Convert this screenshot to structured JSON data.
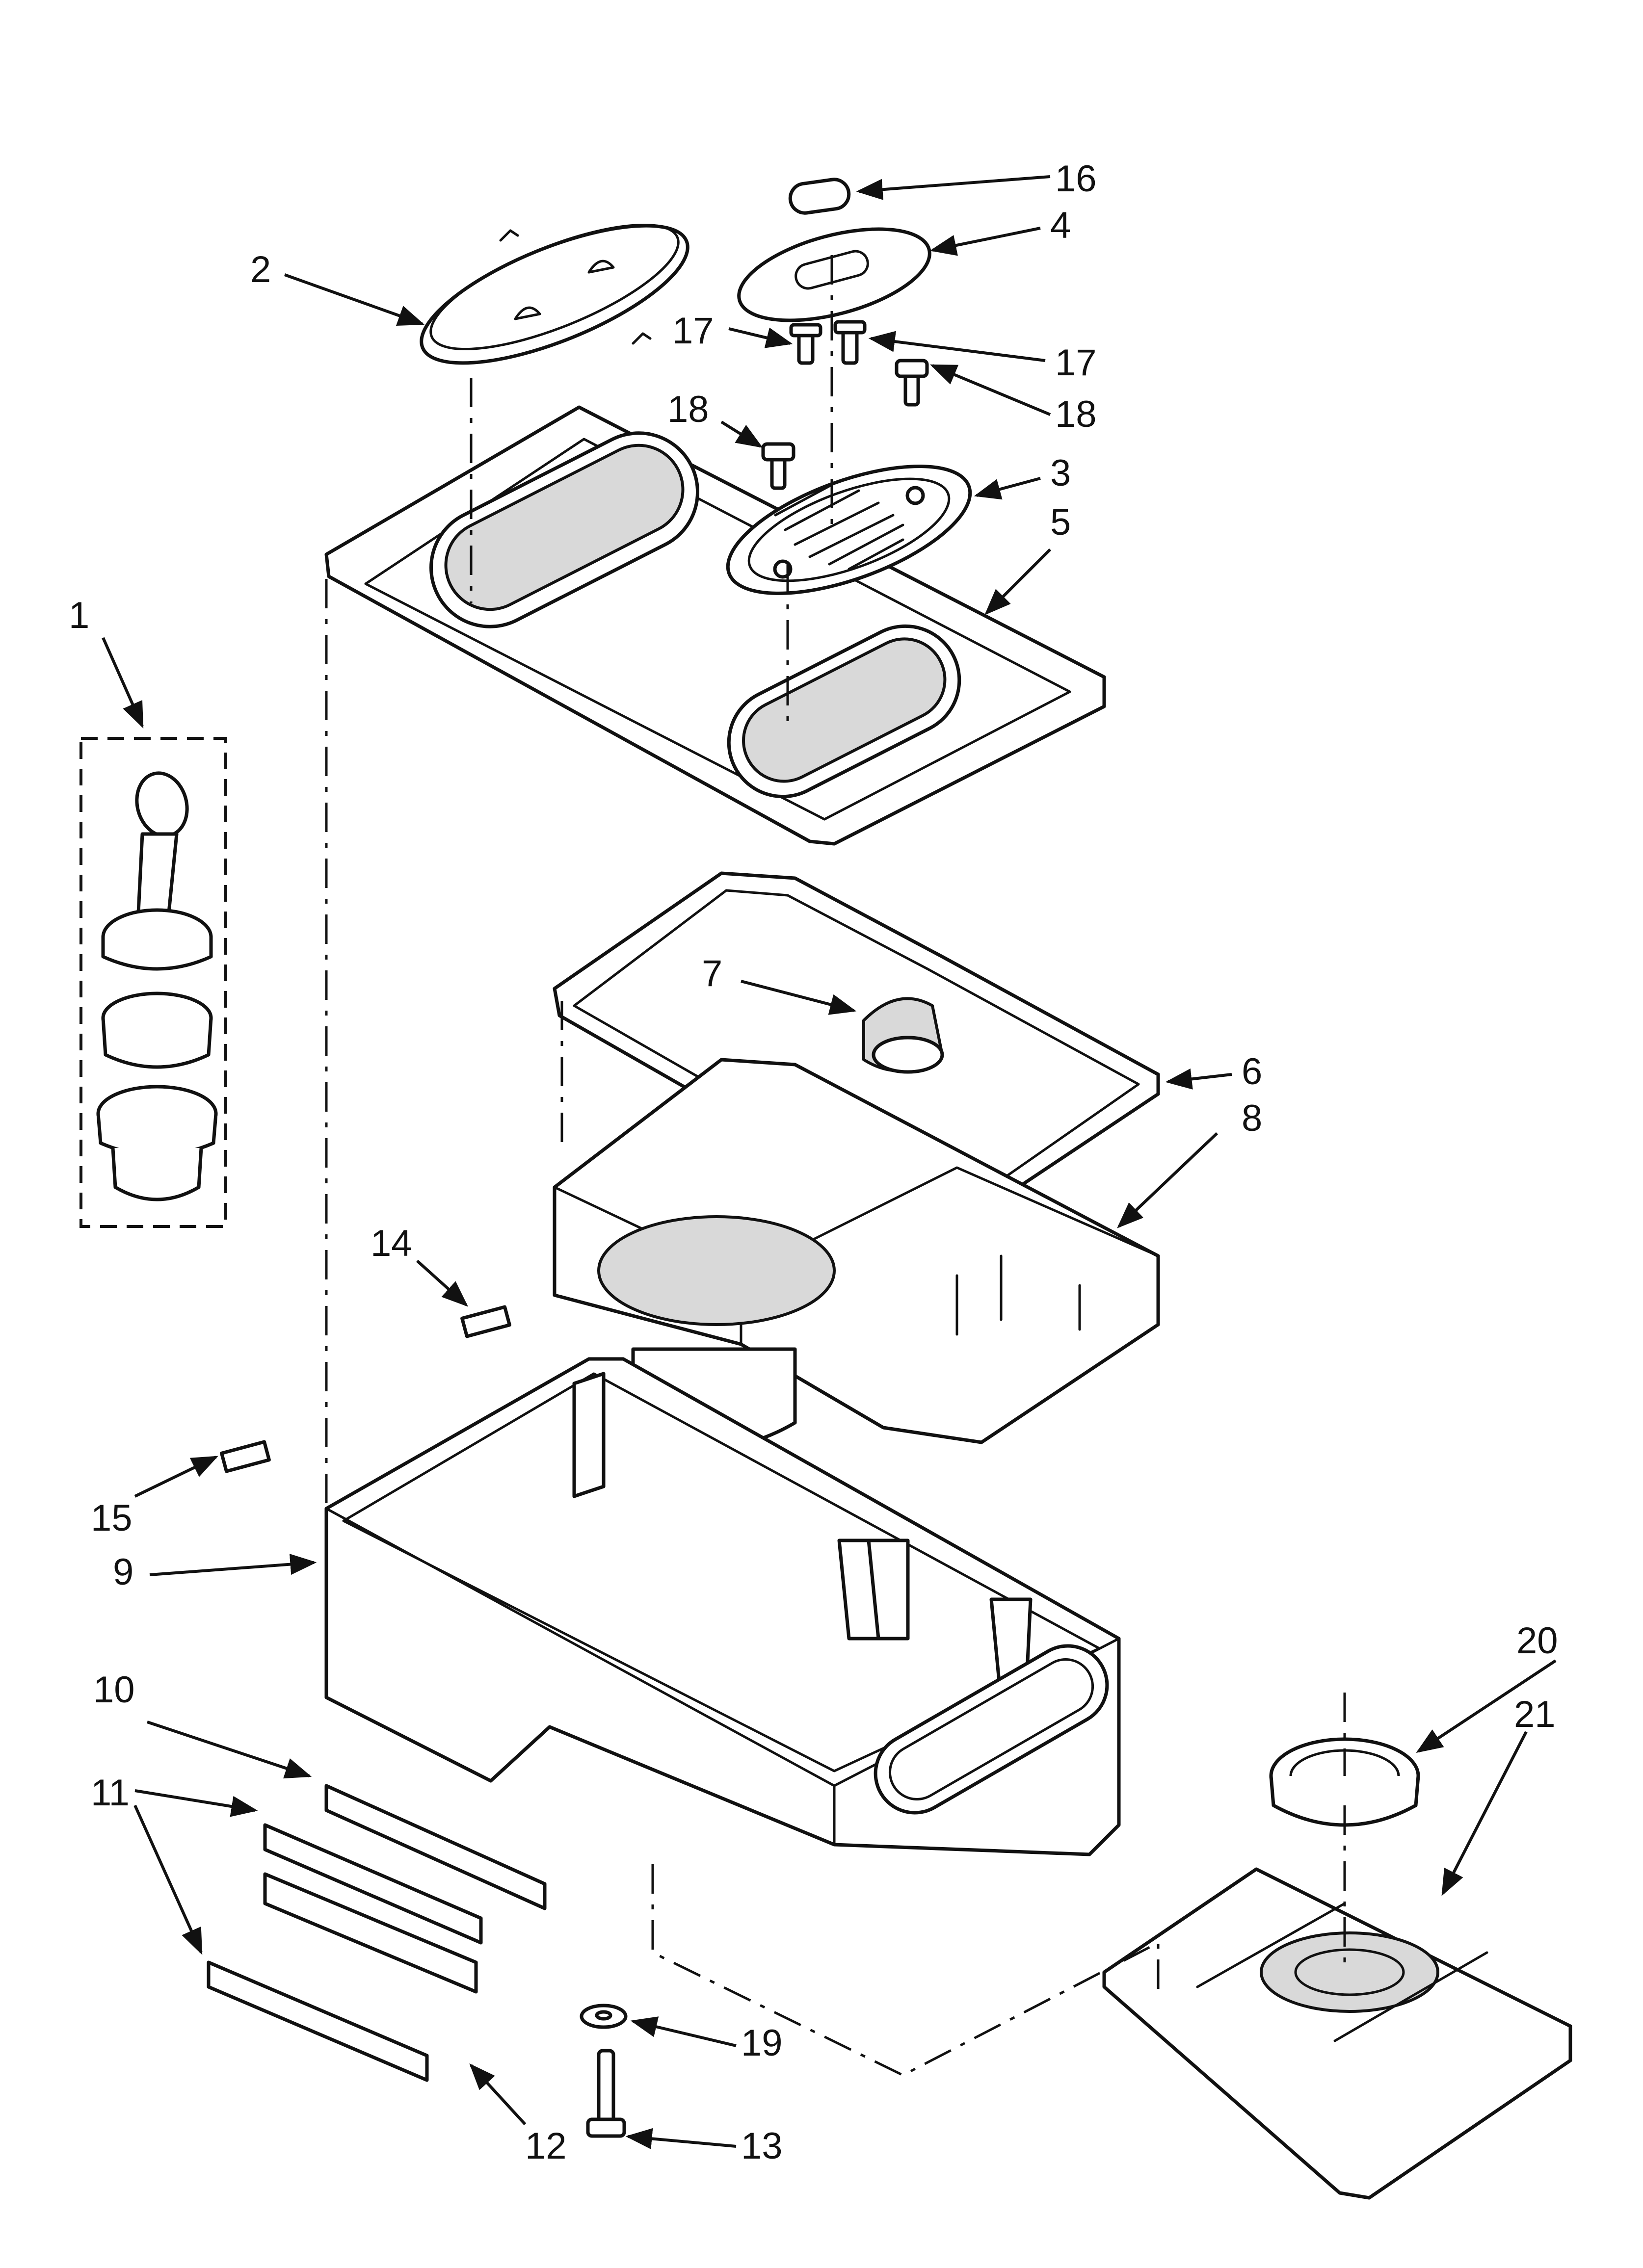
{
  "callouts": [
    "1",
    "2",
    "3",
    "4",
    "5",
    "6",
    "7",
    "8",
    "9",
    "10",
    "11",
    "12",
    "13",
    "14",
    "15",
    "16",
    "17",
    "17",
    "18",
    "18",
    "19",
    "20",
    "21"
  ],
  "colors": {
    "line": "#111111",
    "background": "#ffffff",
    "shade": "#d9d9d9"
  }
}
